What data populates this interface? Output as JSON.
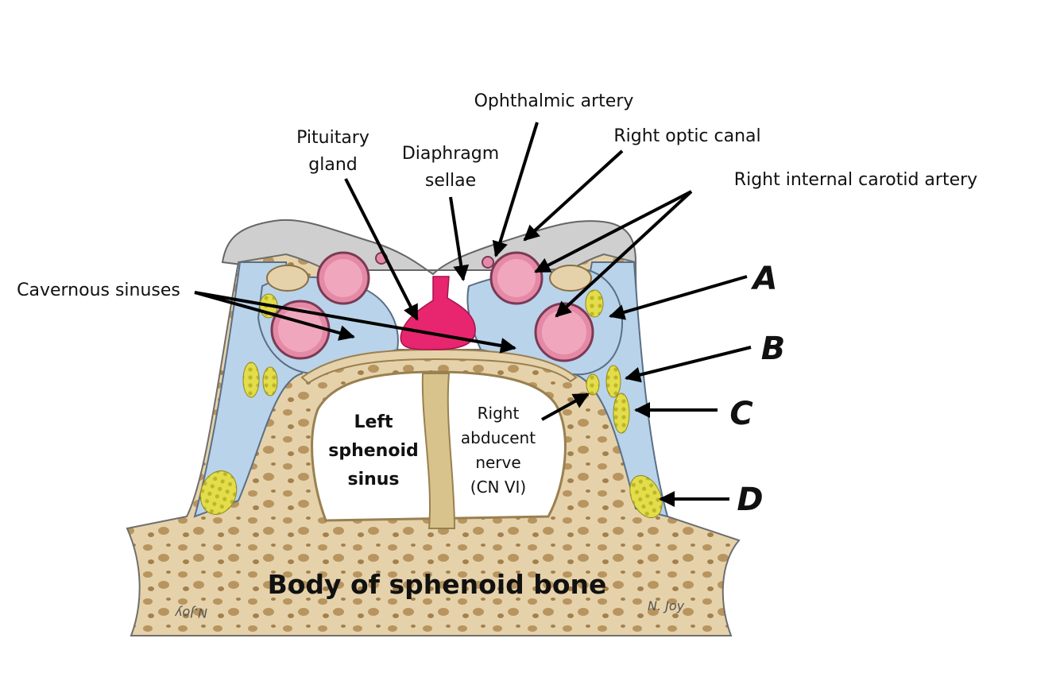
{
  "labels": {
    "ophthalmic_artery": "Ophthalmic artery",
    "pituitary_line1": "Pituitary",
    "pituitary_line2": "gland",
    "diaphragm_line1": "Diaphragm",
    "diaphragm_line2": "sellae",
    "right_optic_canal": "Right optic canal",
    "right_internal_carotid": "Right internal carotid artery",
    "cavernous_sinuses": "Cavernous sinuses",
    "letter_a": "A",
    "letter_b": "B",
    "letter_c": "C",
    "letter_d": "D",
    "left_sinus_line1": "Left",
    "left_sinus_line2": "sphenoid",
    "left_sinus_line3": "sinus",
    "abducent_line1": "Right",
    "abducent_line2": "abducent",
    "abducent_line3": "nerve",
    "abducent_line4": "(CN VI)",
    "body_of_sphenoid": "Body of sphenoid bone",
    "signature_left": "N.Joy",
    "signature_right": "N. Joy"
  },
  "colors": {
    "bone": "#e6d2aa",
    "bone_dark": "#b8955f",
    "dura": "#c9c9c9",
    "sinus_blue": "#b9d3ea",
    "artery_pink": "#e58aa6",
    "pituitary": "#e8256f",
    "nerve_yellow": "#e3dd4a",
    "septum": "#d8c38c"
  }
}
